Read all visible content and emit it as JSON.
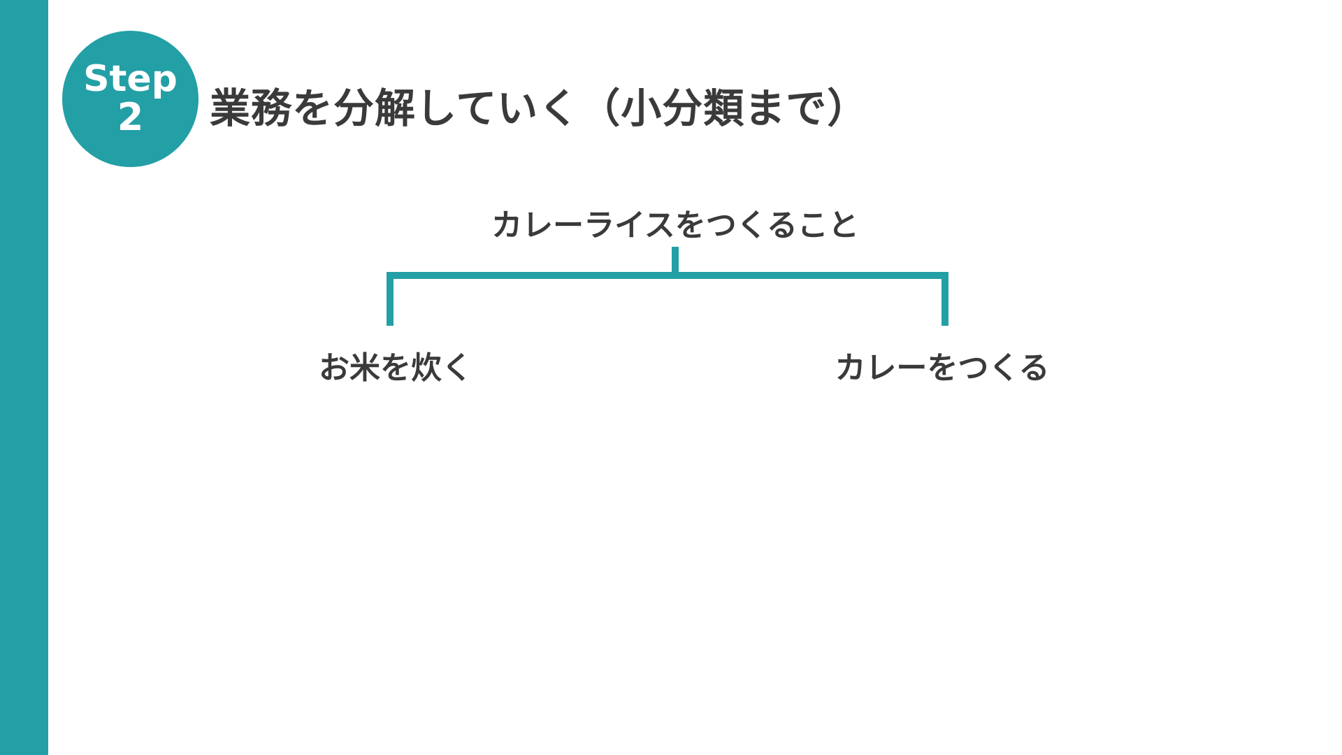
{
  "theme": {
    "accent_color": "#239fa6",
    "text_color": "#3a3a3a",
    "background": "#ffffff"
  },
  "badge": {
    "word": "Step",
    "number": "2"
  },
  "title": "業務を分解していく（小分類まで）",
  "tree": {
    "root": "カレーライスをつくること",
    "children": [
      {
        "label": "お米を炊く"
      },
      {
        "label": "カレーをつくる"
      }
    ]
  }
}
